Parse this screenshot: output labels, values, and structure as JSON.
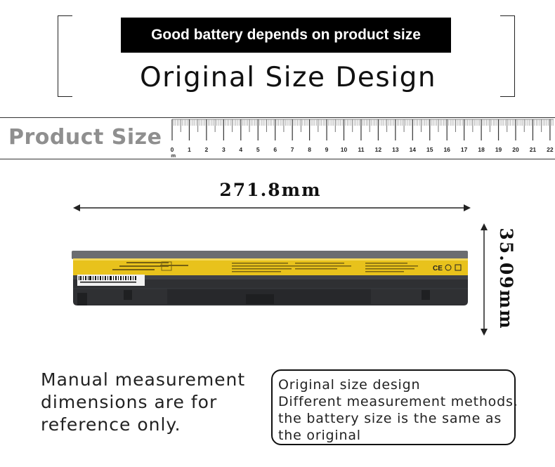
{
  "header": {
    "banner": "Good battery depends on product size",
    "headline": "Original Size Design"
  },
  "ruler": {
    "label": "Product Size",
    "unit": "cm",
    "numbers": [
      "0",
      "1",
      "2",
      "3",
      "4",
      "5",
      "6",
      "7",
      "8",
      "9",
      "10",
      "11",
      "12",
      "13",
      "14",
      "15",
      "16",
      "17",
      "18",
      "19",
      "20",
      "21",
      "22"
    ]
  },
  "dimensions": {
    "length": "271.8mm",
    "height": "35.09mm"
  },
  "note": {
    "lines": [
      "Manual measurement",
      "dimensions are for",
      "reference only."
    ]
  },
  "callout": {
    "lines": [
      "Original size design",
      "Different measurement methods,",
      "the battery size is the same as",
      "the original"
    ]
  },
  "battery_label": {
    "brand_mark": "CE"
  },
  "colors": {
    "banner_bg": "#000000",
    "label_yellow": "#e8c21c",
    "battery_body": "#2f3033",
    "product_size_text": "#8f8f8f"
  }
}
